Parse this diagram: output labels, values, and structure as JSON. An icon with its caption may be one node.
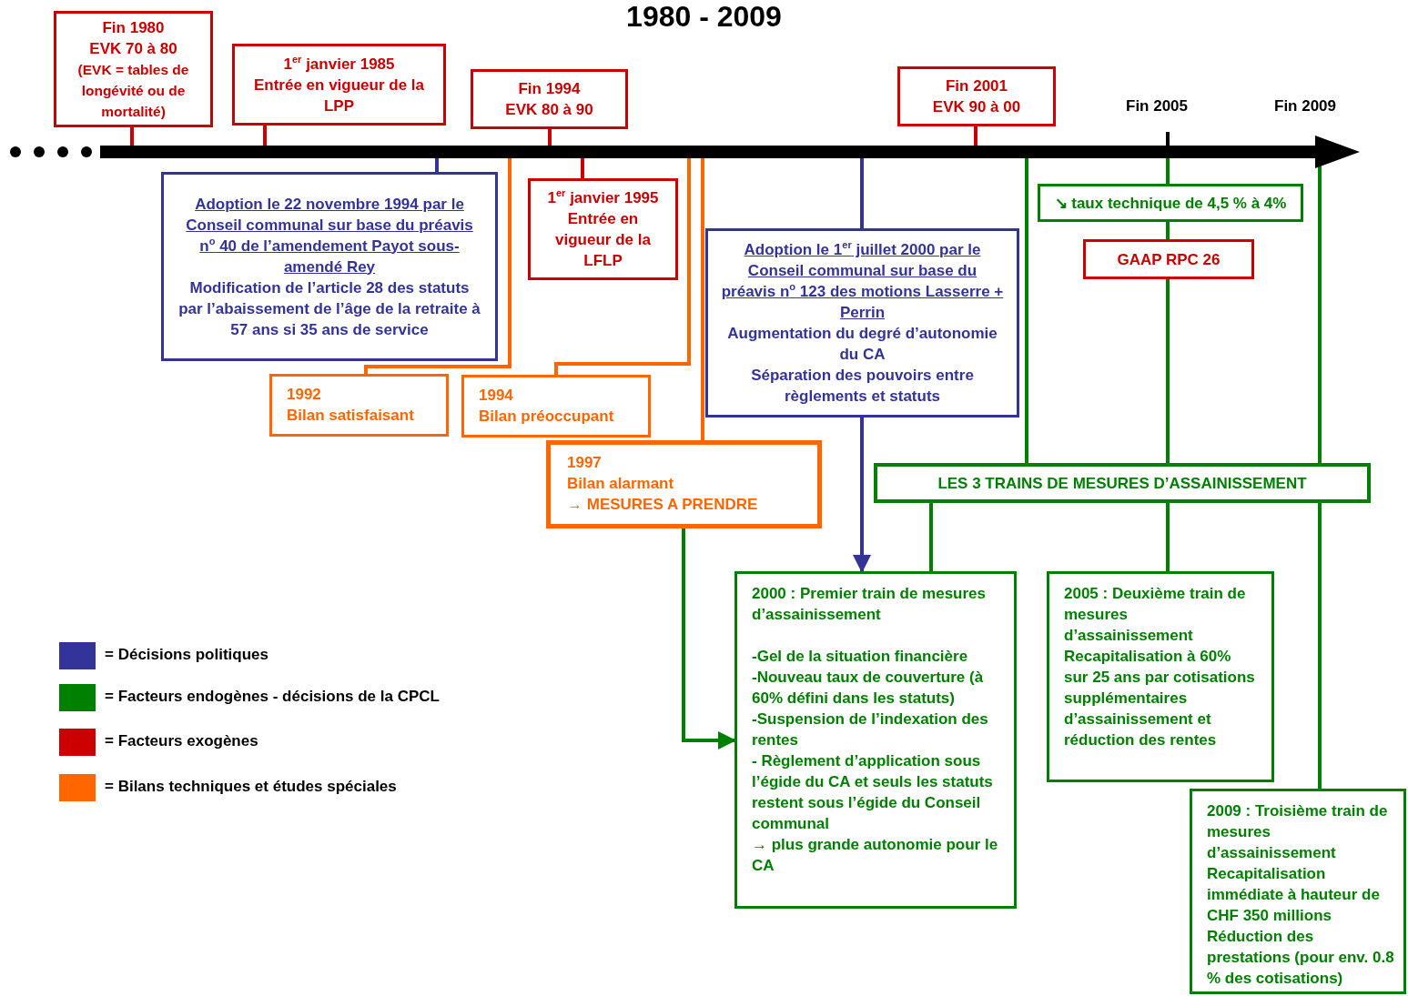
{
  "diagram": {
    "title": "1980 - 2009",
    "nodes": [
      {
        "text": [
          "Fin 1980",
          "EVK 70 à 80",
          "(EVK = tables de longévité ou de mortalité)"
        ]
      },
      {
        "text": [
          "1$^{er}$ janvier 1985",
          "Entrée en vigueur de la LPP"
        ]
      },
      {
        "text": [
          "Fin 1994",
          "EVK 80 à 90"
        ]
      },
      {
        "text": [
          "Fin 2001",
          "EVK 90 à 00"
        ]
      },
      {
        "text": [],
        "shape": "bar"
      },
      {
        "text": [
          "Adoption le 22 novembre 1994 par le Conseil communal sur base du préavis n$^{o}$ 40 de l’amendement Payot sous-amendé Rey",
          "Modification de l’article 28 des statuts par l’abaissement de l’âge de la retraite à 57 ans si 35 ans de service"
        ]
      },
      {
        "text": [
          "1$^{er}$ janvier 1995",
          "Entrée en vigueur de la LFLP"
        ]
      },
      {
        "text": [
          "Adoption le 1$^{er}$ juillet 2000 par le Conseil communal sur base du préavis n$^{o}$ 123 des motions Lasserre + Perrin",
          "Augmentation du degré d’autonomie du CA",
          "Séparation des pouvoirs entre règlements et statuts"
        ]
      },
      {
        "text": [
          "↘ taux technique de 4,5 % à 4%"
        ]
      },
      {
        "text": [
          "GAAP RPC 26"
        ]
      },
      {
        "text": [
          "1992",
          "Bilan satisfaisant"
        ]
      },
      {
        "text": [
          "1994",
          "Bilan préoccupant"
        ]
      },
      {
        "text": [
          "1997",
          "Bilan alarmant",
          "→ MESURES A PRENDRE"
        ]
      },
      {
        "text": [
          "LES 3 TRAINS DE MESURES D’ASSAINISSEMENT"
        ]
      },
      {
        "text": [
          "2000 : Premier train de mesures d’assainissement",
          "-Gel de la situation financière",
          "-Nouveau taux de couverture (à 60% défini dans les statuts)",
          "-Suspension de l’indexation des rentes",
          "- Règlement d’application sous l’égide du CA et seuls les statuts restent sous l’égide du Conseil communal",
          "→ plus grande autonomie pour le CA"
        ]
      },
      {
        "text": [
          "2005 : Deuxième train de mesures d’assainissement",
          "Recapitalisation à 60% sur 25 ans par cotisations supplémentaires d’assainissement et réduction des rentes"
        ]
      },
      {
        "text": [
          "2009 : Troisième train de mesures d’assainissement",
          "Recapitalisation immédiate à hauteur de CHF 350 millions",
          "Réduction des prestations (pour env. 0.8 % des cotisations)"
        ]
      }
    ],
    "edges": [
      {
        "from": 0,
        "to": 4,
        "arrow": "none",
        "color": "#cc0000"
      },
      {
        "from": 1,
        "to": 4,
        "arrow": "none",
        "color": "#cc0000"
      },
      {
        "from": 2,
        "to": 4,
        "arrow": "none",
        "color": "#cc0000"
      },
      {
        "from": 3,
        "to": 4,
        "arrow": "none",
        "color": "#cc0000"
      },
      {
        "from": 4,
        "to": 5,
        "arrow": "none",
        "color": "#333399"
      },
      {
        "from": 4,
        "to": 10,
        "arrow": "none",
        "color": "#ff6600"
      },
      {
        "from": 4,
        "to": 6,
        "arrow": "none",
        "color": "#cc0000"
      },
      {
        "from": 4,
        "to": 11,
        "arrow": "none",
        "color": "#ff6600"
      },
      {
        "from": 4,
        "to": 12,
        "arrow": "none",
        "color": "#ff6600"
      },
      {
        "from": 4,
        "to": 7,
        "arrow": "none",
        "color": "#333399"
      },
      {
        "from": 4,
        "to": 13,
        "arrow": "none"
      },
      {
        "from": 4,
        "to": 8,
        "arrow": "none"
      },
      {
        "from": 4,
        "to": 13,
        "arrow": "none"
      },
      {
        "from": 8,
        "to": 9,
        "arrow": "none"
      },
      {
        "from": 9,
        "to": 13,
        "arrow": "none"
      },
      {
        "from": 7,
        "to": 14,
        "arrow": "to",
        "color": "#333399"
      },
      {
        "from": 13,
        "to": 14,
        "arrow": "none"
      },
      {
        "from": 13,
        "to": 15,
        "arrow": "none"
      },
      {
        "from": 13,
        "to": 16,
        "arrow": "none"
      },
      {
        "from": 12,
        "to": 14,
        "arrow": "to"
      }
    ],
    "labels": [
      "Fin 2005",
      "Fin 2009"
    ],
    "legend": [
      {
        "text": "= Décisions politiques",
        "color": "#333399"
      },
      {
        "text": "= Facteurs endogènes - décisions de la CPCL",
        "color": "#008000"
      },
      {
        "text": "= Facteurs exogènes",
        "color": "#cc0000"
      },
      {
        "text": "= Bilans techniques et études spéciales",
        "color": "#ff6600"
      }
    ]
  }
}
